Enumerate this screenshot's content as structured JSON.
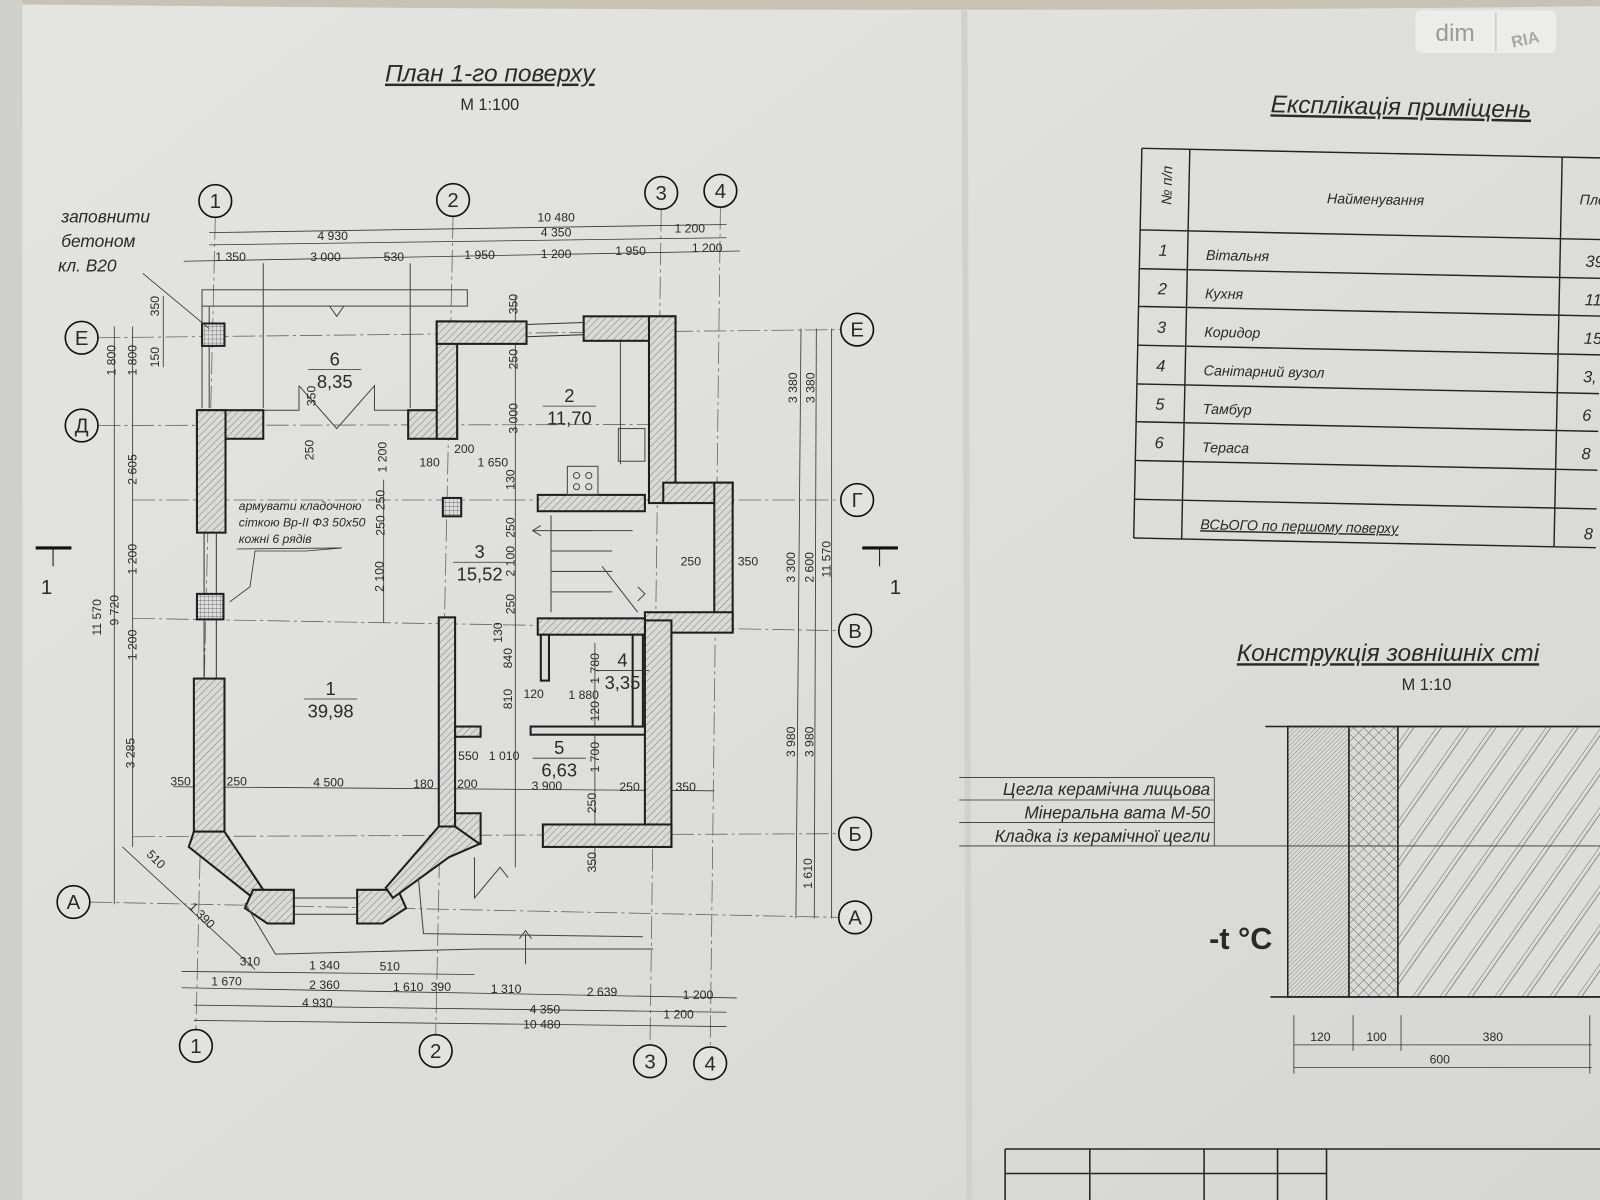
{
  "plan": {
    "title": "План 1-го поверху",
    "scale": "М 1:100",
    "axes_top": [
      "1",
      "2",
      "3",
      "4"
    ],
    "axes_bottom": [
      "1",
      "2",
      "3",
      "4"
    ],
    "axes_left": [
      "Е",
      "Д",
      "А"
    ],
    "axes_right": [
      "Е",
      "Г",
      "В",
      "Б",
      "А"
    ],
    "section_mark": "1",
    "note_concrete": [
      "заповнити",
      "бетоном",
      "кл. В20"
    ],
    "note_reinforce": [
      "армувати кладочною",
      "сіткою Вр-II Ф3 50х50",
      "кожні 6 рядів"
    ],
    "rooms": [
      {
        "number": "6",
        "area": "8,35"
      },
      {
        "number": "2",
        "area": "11,70"
      },
      {
        "number": "3",
        "area": "15,52"
      },
      {
        "number": "1",
        "area": "39,98"
      },
      {
        "number": "4",
        "area": "3,35"
      },
      {
        "number": "5",
        "area": "6,63"
      }
    ],
    "dimensions": [
      "10 480",
      "4 930",
      "4 350",
      "1 200",
      "1 350",
      "3 000",
      "530",
      "1 950",
      "1 200",
      "1 950",
      "1 200",
      "350",
      "150",
      "1 800",
      "1 800",
      "2 605",
      "1 200",
      "1 200",
      "3 285",
      "11 570",
      "9 720",
      "3 380",
      "3 380",
      "3 300",
      "2 600",
      "11 570",
      "3 980",
      "3 980",
      "1 610",
      "350",
      "250",
      "3 000",
      "350",
      "250",
      "1 200",
      "200",
      "180",
      "1 650",
      "130",
      "250",
      "250",
      "250",
      "2 100",
      "2 100",
      "250",
      "130",
      "840",
      "810",
      "120",
      "1 880",
      "1 780",
      "120",
      "1 700",
      "550",
      "1 010",
      "250",
      "350",
      "350",
      "250",
      "4 500",
      "180",
      "200",
      "3 900",
      "250",
      "350",
      "250",
      "350",
      "510",
      "1 390",
      "310",
      "1 340",
      "510",
      "1 670",
      "2 360",
      "1 610",
      "390",
      "1 310",
      "2 639",
      "1 200",
      "4 930",
      "4 350",
      "1 200",
      "10 480"
    ]
  },
  "explication": {
    "title": "Експлікація приміщень",
    "headers": {
      "number": "№ п/п",
      "name": "Найменування",
      "area": "Пло м"
    },
    "rows": [
      {
        "number": "1",
        "name": "Вітальня",
        "area": "39"
      },
      {
        "number": "2",
        "name": "Кухня",
        "area": "11"
      },
      {
        "number": "3",
        "name": "Коридор",
        "area": "15"
      },
      {
        "number": "4",
        "name": "Санітарний вузол",
        "area": "3,"
      },
      {
        "number": "5",
        "name": "Тамбур",
        "area": "6"
      },
      {
        "number": "6",
        "name": "Тераса",
        "area": "8"
      }
    ],
    "total": {
      "name": "ВСЬОГО по першому поверху",
      "area": "8"
    }
  },
  "wall_construction": {
    "title": "Конструкція зовнішніх сті",
    "scale": "М 1:10",
    "layers": [
      "Цегла керамічна лицьова",
      "Мінеральна вата М-50",
      "Кладка із керамічної цегли"
    ],
    "temperature_label": "-t °C",
    "dimensions": [
      "120",
      "100",
      "380",
      "600"
    ]
  },
  "watermark": {
    "left": "dim",
    "right": "RIA"
  }
}
